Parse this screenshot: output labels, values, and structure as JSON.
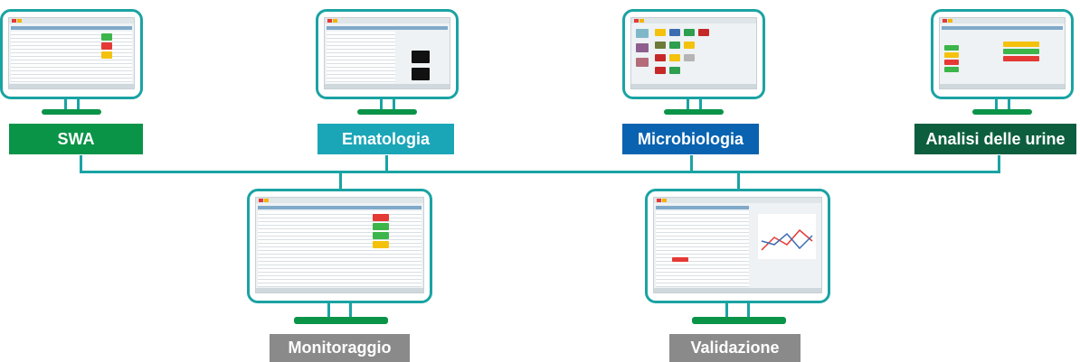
{
  "nodes": [
    {
      "id": "swa",
      "label": "SWA",
      "color": "#0a9448"
    },
    {
      "id": "ematologia",
      "label": "Ematologia",
      "color": "#1ba6b8"
    },
    {
      "id": "microbiologia",
      "label": "Microbiologia",
      "color": "#0a63b0"
    },
    {
      "id": "analisi",
      "label": "Analisi delle urine",
      "color": "#0d5e3f"
    },
    {
      "id": "monitoraggio",
      "label": "Monitoraggio",
      "color": "#8a8a8a"
    },
    {
      "id": "validazione",
      "label": "Validazione",
      "color": "#8a8a8a"
    }
  ],
  "colors": {
    "frame": "#1aa3a3",
    "stand": "#0a9448",
    "connector": "#1aa3a3"
  }
}
